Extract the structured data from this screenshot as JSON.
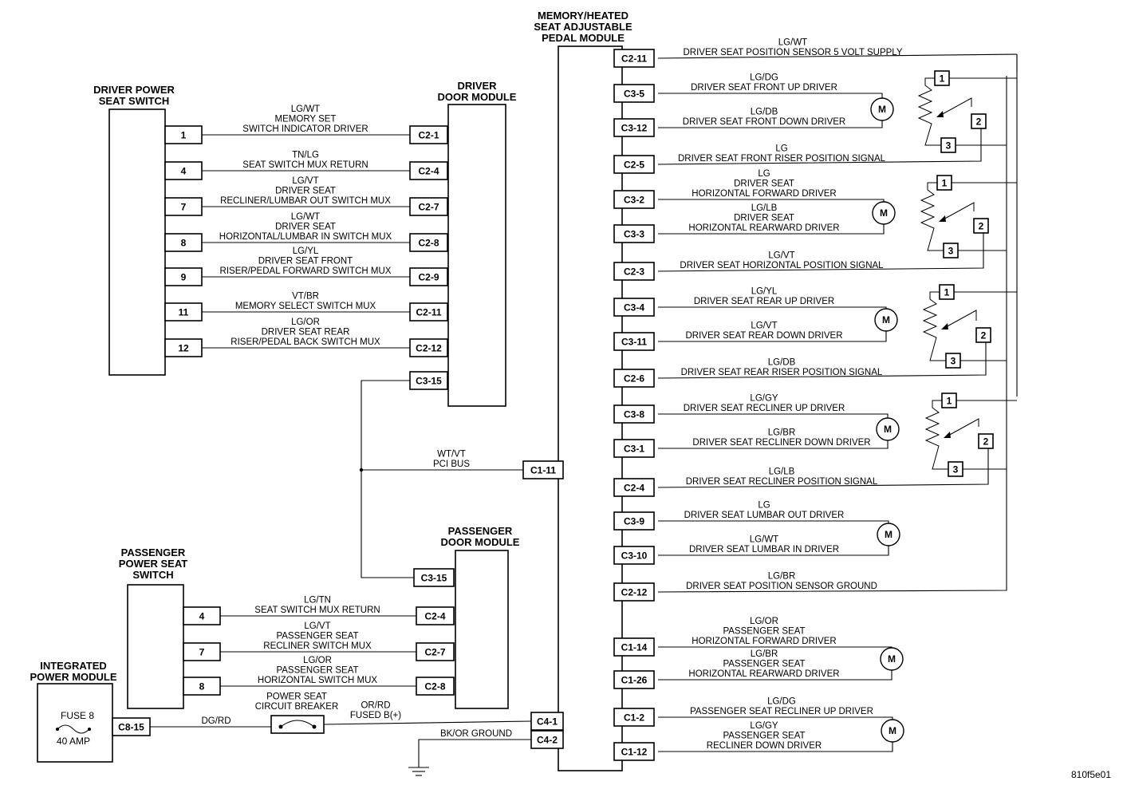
{
  "modules": {
    "memory": "MEMORY/HEATED SEAT ADJUSTABLE PEDAL MODULE",
    "driver_switch": "DRIVER POWER SEAT SWITCH",
    "driver_door": "DRIVER DOOR MODULE",
    "passenger_door": "PASSENGER DOOR MODULE",
    "passenger_switch": "PASSENGER POWER SEAT SWITCH",
    "ipm": "INTEGRATED POWER MODULE"
  },
  "driver_switch_circuits": [
    {
      "pin": "1",
      "door_pin": "C2-1",
      "label": [
        "LG/WT",
        "MEMORY SET",
        "SWITCH INDICATOR DRIVER"
      ]
    },
    {
      "pin": "4",
      "door_pin": "C2-4",
      "label": [
        "TN/LG",
        "SEAT SWITCH MUX RETURN"
      ]
    },
    {
      "pin": "7",
      "door_pin": "C2-7",
      "label": [
        "LG/VT",
        "DRIVER SEAT",
        "RECLINER/LUMBAR OUT SWITCH MUX"
      ]
    },
    {
      "pin": "8",
      "door_pin": "C2-8",
      "label": [
        "LG/WT",
        "DRIVER SEAT",
        "HORIZONTAL/LUMBAR IN SWITCH MUX"
      ]
    },
    {
      "pin": "9",
      "door_pin": "C2-9",
      "label": [
        "LG/YL",
        "DRIVER SEAT FRONT",
        "RISER/PEDAL FORWARD SWITCH MUX"
      ]
    },
    {
      "pin": "11",
      "door_pin": "C2-11",
      "label": [
        "VT/BR",
        "MEMORY SELECT SWITCH MUX"
      ]
    },
    {
      "pin": "12",
      "door_pin": "C2-12",
      "label": [
        "LG/OR",
        "DRIVER SEAT REAR",
        "RISER/PEDAL BACK SWITCH MUX"
      ]
    }
  ],
  "driver_door_pci_pin": "C3-15",
  "passenger_door_pci_pin": "C3-15",
  "pci_bus": {
    "label": [
      "WT/VT",
      "PCI BUS"
    ],
    "pin": "C1-11"
  },
  "passenger_switch_circuits": [
    {
      "pin": "4",
      "door_pin": "C2-4",
      "label": [
        "LG/TN",
        "SEAT SWITCH MUX RETURN"
      ]
    },
    {
      "pin": "7",
      "door_pin": "C2-7",
      "label": [
        "LG/VT",
        "PASSENGER SEAT",
        "RECLINER SWITCH MUX"
      ]
    },
    {
      "pin": "8",
      "door_pin": "C2-8",
      "label": [
        "LG/OR",
        "PASSENGER SEAT",
        "HORIZONTAL SWITCH MUX"
      ]
    }
  ],
  "ipm_fuse": {
    "name": "FUSE 8",
    "rating": "40 AMP",
    "pin": "C8-15"
  },
  "power_feed": {
    "wire_to_breaker": "DG/RD",
    "breaker": [
      "POWER SEAT",
      "CIRCUIT BREAKER"
    ],
    "wire_from_breaker": [
      "OR/RD",
      "FUSED B(+)"
    ],
    "pin": "C4-1"
  },
  "ground": {
    "label": "BK/OR GROUND",
    "pin": "C4-2"
  },
  "memory_right_circuits": [
    {
      "pin": "C2-11",
      "label": [
        "LG/WT",
        "DRIVER SEAT POSITION SENSOR 5 VOLT SUPPLY"
      ]
    },
    {
      "pin": "C3-5",
      "label": [
        "LG/DG",
        "DRIVER SEAT FRONT UP DRIVER"
      ]
    },
    {
      "pin": "C3-12",
      "label": [
        "LG/DB",
        "DRIVER SEAT FRONT DOWN DRIVER"
      ]
    },
    {
      "pin": "C2-5",
      "label": [
        "LG",
        "DRIVER SEAT FRONT RISER POSITION SIGNAL"
      ]
    },
    {
      "pin": "C3-2",
      "label": [
        "LG",
        "DRIVER SEAT",
        "HORIZONTAL FORWARD DRIVER"
      ]
    },
    {
      "pin": "C3-3",
      "label": [
        "LG/LB",
        "DRIVER SEAT",
        "HORIZONTAL REARWARD DRIVER"
      ]
    },
    {
      "pin": "C2-3",
      "label": [
        "LG/VT",
        "DRIVER SEAT HORIZONTAL POSITION SIGNAL"
      ]
    },
    {
      "pin": "C3-4",
      "label": [
        "LG/YL",
        "DRIVER SEAT REAR UP DRIVER"
      ]
    },
    {
      "pin": "C3-11",
      "label": [
        "LG/VT",
        "DRIVER SEAT REAR DOWN DRIVER"
      ]
    },
    {
      "pin": "C2-6",
      "label": [
        "LG/DB",
        "DRIVER SEAT REAR RISER POSITION SIGNAL"
      ]
    },
    {
      "pin": "C3-8",
      "label": [
        "LG/GY",
        "DRIVER SEAT RECLINER UP DRIVER"
      ]
    },
    {
      "pin": "C3-1",
      "label": [
        "LG/BR",
        "DRIVER SEAT RECLINER DOWN DRIVER"
      ]
    },
    {
      "pin": "C2-4",
      "label": [
        "LG/LB",
        "DRIVER SEAT RECLINER POSITION SIGNAL"
      ]
    },
    {
      "pin": "C3-9",
      "label": [
        "LG",
        "DRIVER SEAT LUMBAR OUT DRIVER"
      ]
    },
    {
      "pin": "C3-10",
      "label": [
        "LG/WT",
        "DRIVER SEAT LUMBAR IN DRIVER"
      ]
    },
    {
      "pin": "C2-12",
      "label": [
        "LG/BR",
        "DRIVER SEAT POSITION SENSOR GROUND"
      ]
    },
    {
      "pin": "C1-14",
      "label": [
        "LG/OR",
        "PASSENGER SEAT",
        "HORIZONTAL FORWARD DRIVER"
      ]
    },
    {
      "pin": "C1-26",
      "label": [
        "LG/BR",
        "PASSENGER SEAT",
        "HORIZONTAL REARWARD DRIVER"
      ]
    },
    {
      "pin": "C1-2",
      "label": [
        "LG/DG",
        "PASSENGER SEAT RECLINER UP DRIVER"
      ]
    },
    {
      "pin": "C1-12",
      "label": [
        "LG/GY",
        "PASSENGER SEAT",
        "RECLINER DOWN DRIVER"
      ]
    }
  ],
  "motor_label": "M",
  "sensor_pins": [
    "1",
    "2",
    "3"
  ],
  "figure_id": "810f5e01"
}
